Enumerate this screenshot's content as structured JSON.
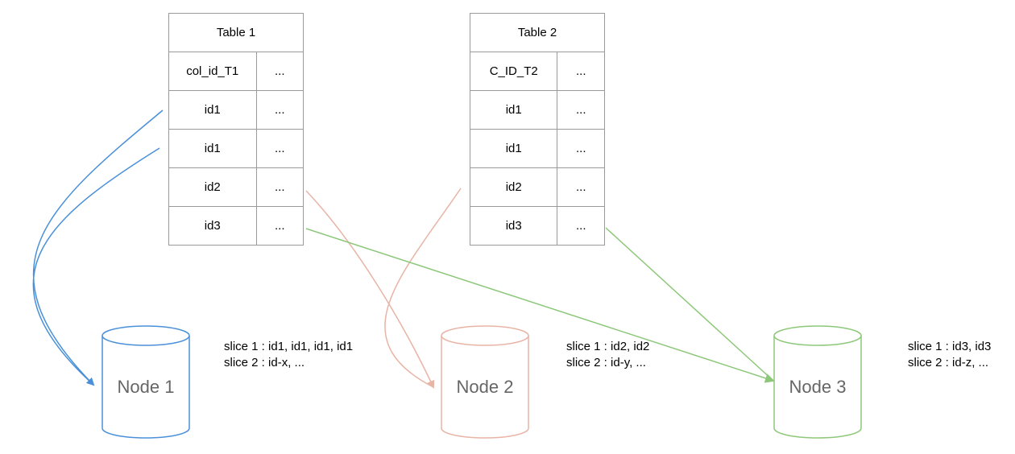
{
  "tables": [
    {
      "title": "Table 1",
      "header": [
        "col_id_T1",
        "..."
      ],
      "rows": [
        [
          "id1",
          "..."
        ],
        [
          "id1",
          "..."
        ],
        [
          "id2",
          "..."
        ],
        [
          "id3",
          "..."
        ]
      ]
    },
    {
      "title": "Table 2",
      "header": [
        "C_ID_T2",
        "..."
      ],
      "rows": [
        [
          "id1",
          "..."
        ],
        [
          "id1",
          "..."
        ],
        [
          "id2",
          "..."
        ],
        [
          "id3",
          "..."
        ]
      ]
    }
  ],
  "nodes": [
    {
      "label": "Node 1",
      "color": "#4a90d9",
      "slices": [
        "slice 1 : id1, id1, id1, id1",
        "slice 2 : id-x, ..."
      ]
    },
    {
      "label": "Node 2",
      "color": "#e8b4a6",
      "slices": [
        "slice 1 : id2, id2",
        "slice 2 : id-y, ..."
      ]
    },
    {
      "label": "Node 3",
      "color": "#8dc87a",
      "slices": [
        "slice 1 : id3, id3",
        "slice 2 : id-z, ..."
      ]
    }
  ]
}
